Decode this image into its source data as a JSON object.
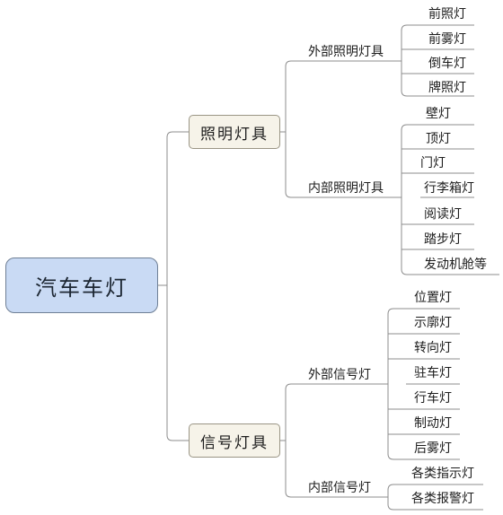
{
  "root": {
    "label": "汽车车灯"
  },
  "branches": [
    {
      "label": "照明灯具",
      "groups": [
        {
          "label": "外部照明灯具",
          "items": [
            "前照灯",
            "前雾灯",
            "倒车灯",
            "牌照灯"
          ]
        },
        {
          "label": "内部照明灯具",
          "items": [
            "壁灯",
            "顶灯",
            "门灯",
            "行李箱灯",
            "阅读灯",
            "踏步灯",
            "发动机舱等"
          ]
        }
      ]
    },
    {
      "label": "信号灯具",
      "groups": [
        {
          "label": "外部信号灯",
          "items": [
            "位置灯",
            "示廓灯",
            "转向灯",
            "驻车灯",
            "行车灯",
            "制动灯",
            "后雾灯"
          ]
        },
        {
          "label": "内部信号灯",
          "items": [
            "各类指示灯",
            "各类报警灯"
          ]
        }
      ]
    }
  ],
  "colors": {
    "root_fill": "#c9daf4",
    "branch_fill": "#f6f3e9",
    "line": "#8c8c8c"
  }
}
